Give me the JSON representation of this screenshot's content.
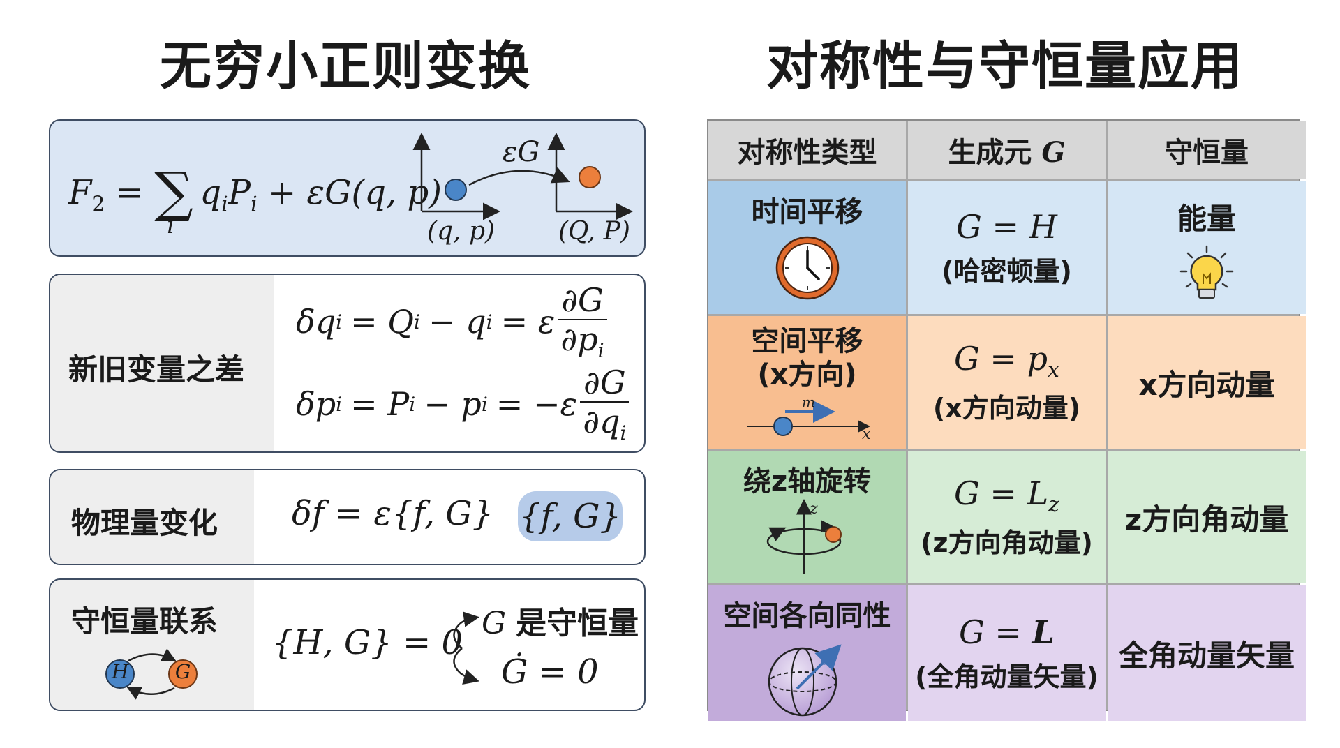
{
  "left_title": "无穷小正则变换",
  "right_title": "对称性与守恒量应用",
  "generating_function": {
    "lhs": "F",
    "lhs_sub": "2",
    "sum_index": "i",
    "term1_q": "q",
    "term1_P": "P",
    "term_sub": "i",
    "term2": "+ εG(q, p)",
    "arrow_label": "εG",
    "old_coords": "(q, p)",
    "new_coords": "(Q, P)"
  },
  "difference": {
    "label": "新旧变量之差",
    "eq1_lhs": "δq",
    "eq1_mid": "= Q",
    "eq1_mid2": "− q",
    "eq1_rhs": "= ε",
    "eq1_num": "∂G",
    "eq1_den": "∂p",
    "eq2_lhs": "δp",
    "eq2_mid": "= P",
    "eq2_mid2": "− p",
    "eq2_rhs": "= −ε",
    "eq2_num": "∂G",
    "eq2_den": "∂q",
    "sub": "i"
  },
  "physical_change": {
    "label": "物理量变化",
    "equation": "δf = ε{f, G}",
    "highlight": "{f, G}"
  },
  "conservation": {
    "label": "守恒量联系",
    "equation": "{H, G} = 0",
    "result1_symbol": "G",
    "result1_text": "是守恒量",
    "result2": "Ġ = 0",
    "node_h": "H",
    "node_g": "G"
  },
  "table": {
    "headers": [
      "对称性类型",
      "生成元 G",
      "守恒量"
    ],
    "rows": [
      {
        "symmetry": "时间平移",
        "gen_lhs": "G = H",
        "gen_sub": "",
        "gen_note": "(哈密顿量)",
        "conserved": "能量",
        "color": "#a9cbe8",
        "icon": "clock-icon"
      },
      {
        "symmetry": "空间平移",
        "symmetry2": "(x方向)",
        "gen_lhs": "G = p",
        "gen_sub": "x",
        "gen_note": "(x方向动量)",
        "conserved": "x方向动量",
        "color": "#f8be90",
        "icon": "translation-icon",
        "icon_label_m": "m",
        "icon_label_x": "x"
      },
      {
        "symmetry": "绕z轴旋转",
        "gen_lhs": "G = L",
        "gen_sub": "z",
        "gen_note": "(z方向角动量)",
        "conserved": "z方向角动量",
        "color": "#b1d9b3",
        "icon": "rotation-icon",
        "icon_label_z": "z"
      },
      {
        "symmetry": "空间各向同性",
        "gen_lhs": "G = ",
        "gen_bold": "L",
        "gen_sub": "",
        "gen_note": "(全角动量矢量)",
        "conserved": "全角动量矢量",
        "color": "#c2abda",
        "icon": "sphere-icon"
      }
    ],
    "light_colors": [
      "#d5e6f5",
      "#fddcbe",
      "#d6ecd6",
      "#e2d4ef"
    ]
  }
}
